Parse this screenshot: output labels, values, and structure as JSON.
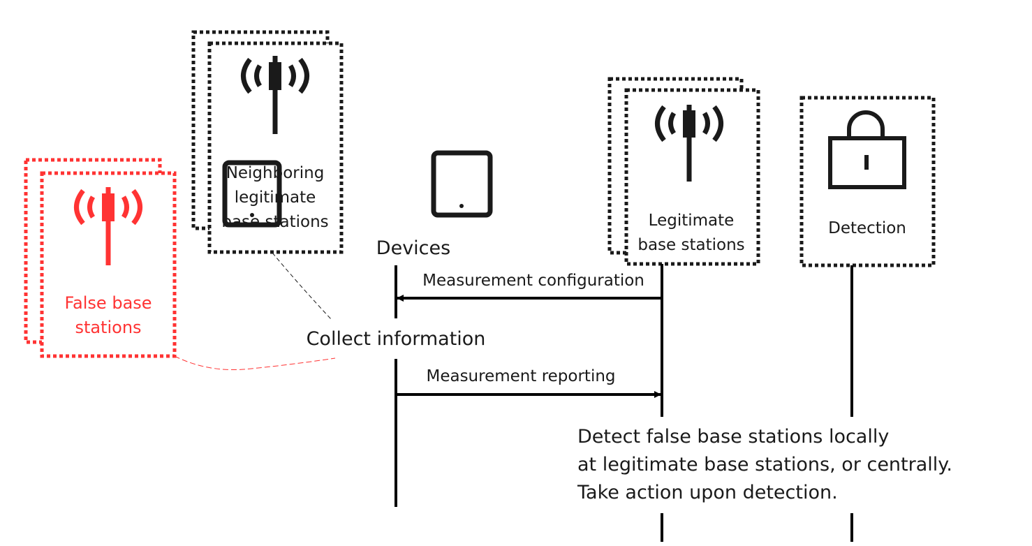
{
  "colors": {
    "ink": "#1a1a1a",
    "false_station": "#ff3333"
  },
  "false_stations": {
    "line1": "False base",
    "line2": "stations",
    "icon": "antenna-icon"
  },
  "neighboring_stations": {
    "line1": "Neighboring",
    "line2": "legitimate",
    "line3": "base stations",
    "icon": "antenna-icon"
  },
  "devices": {
    "label": "Devices",
    "icon": "tablet-icon"
  },
  "legitimate_stations": {
    "line1": "Legitimate",
    "line2": "base stations",
    "icon": "antenna-icon"
  },
  "detection": {
    "label": "Detection",
    "icon": "lock-icon"
  },
  "messages": {
    "configuration": "Measurement configuration",
    "reporting": "Measurement reporting",
    "collect": "Collect information"
  },
  "detect_note": {
    "line1": "Detect false base stations locally",
    "line2": "at legitimate base stations, or centrally.",
    "line3": "Take action upon detection."
  }
}
